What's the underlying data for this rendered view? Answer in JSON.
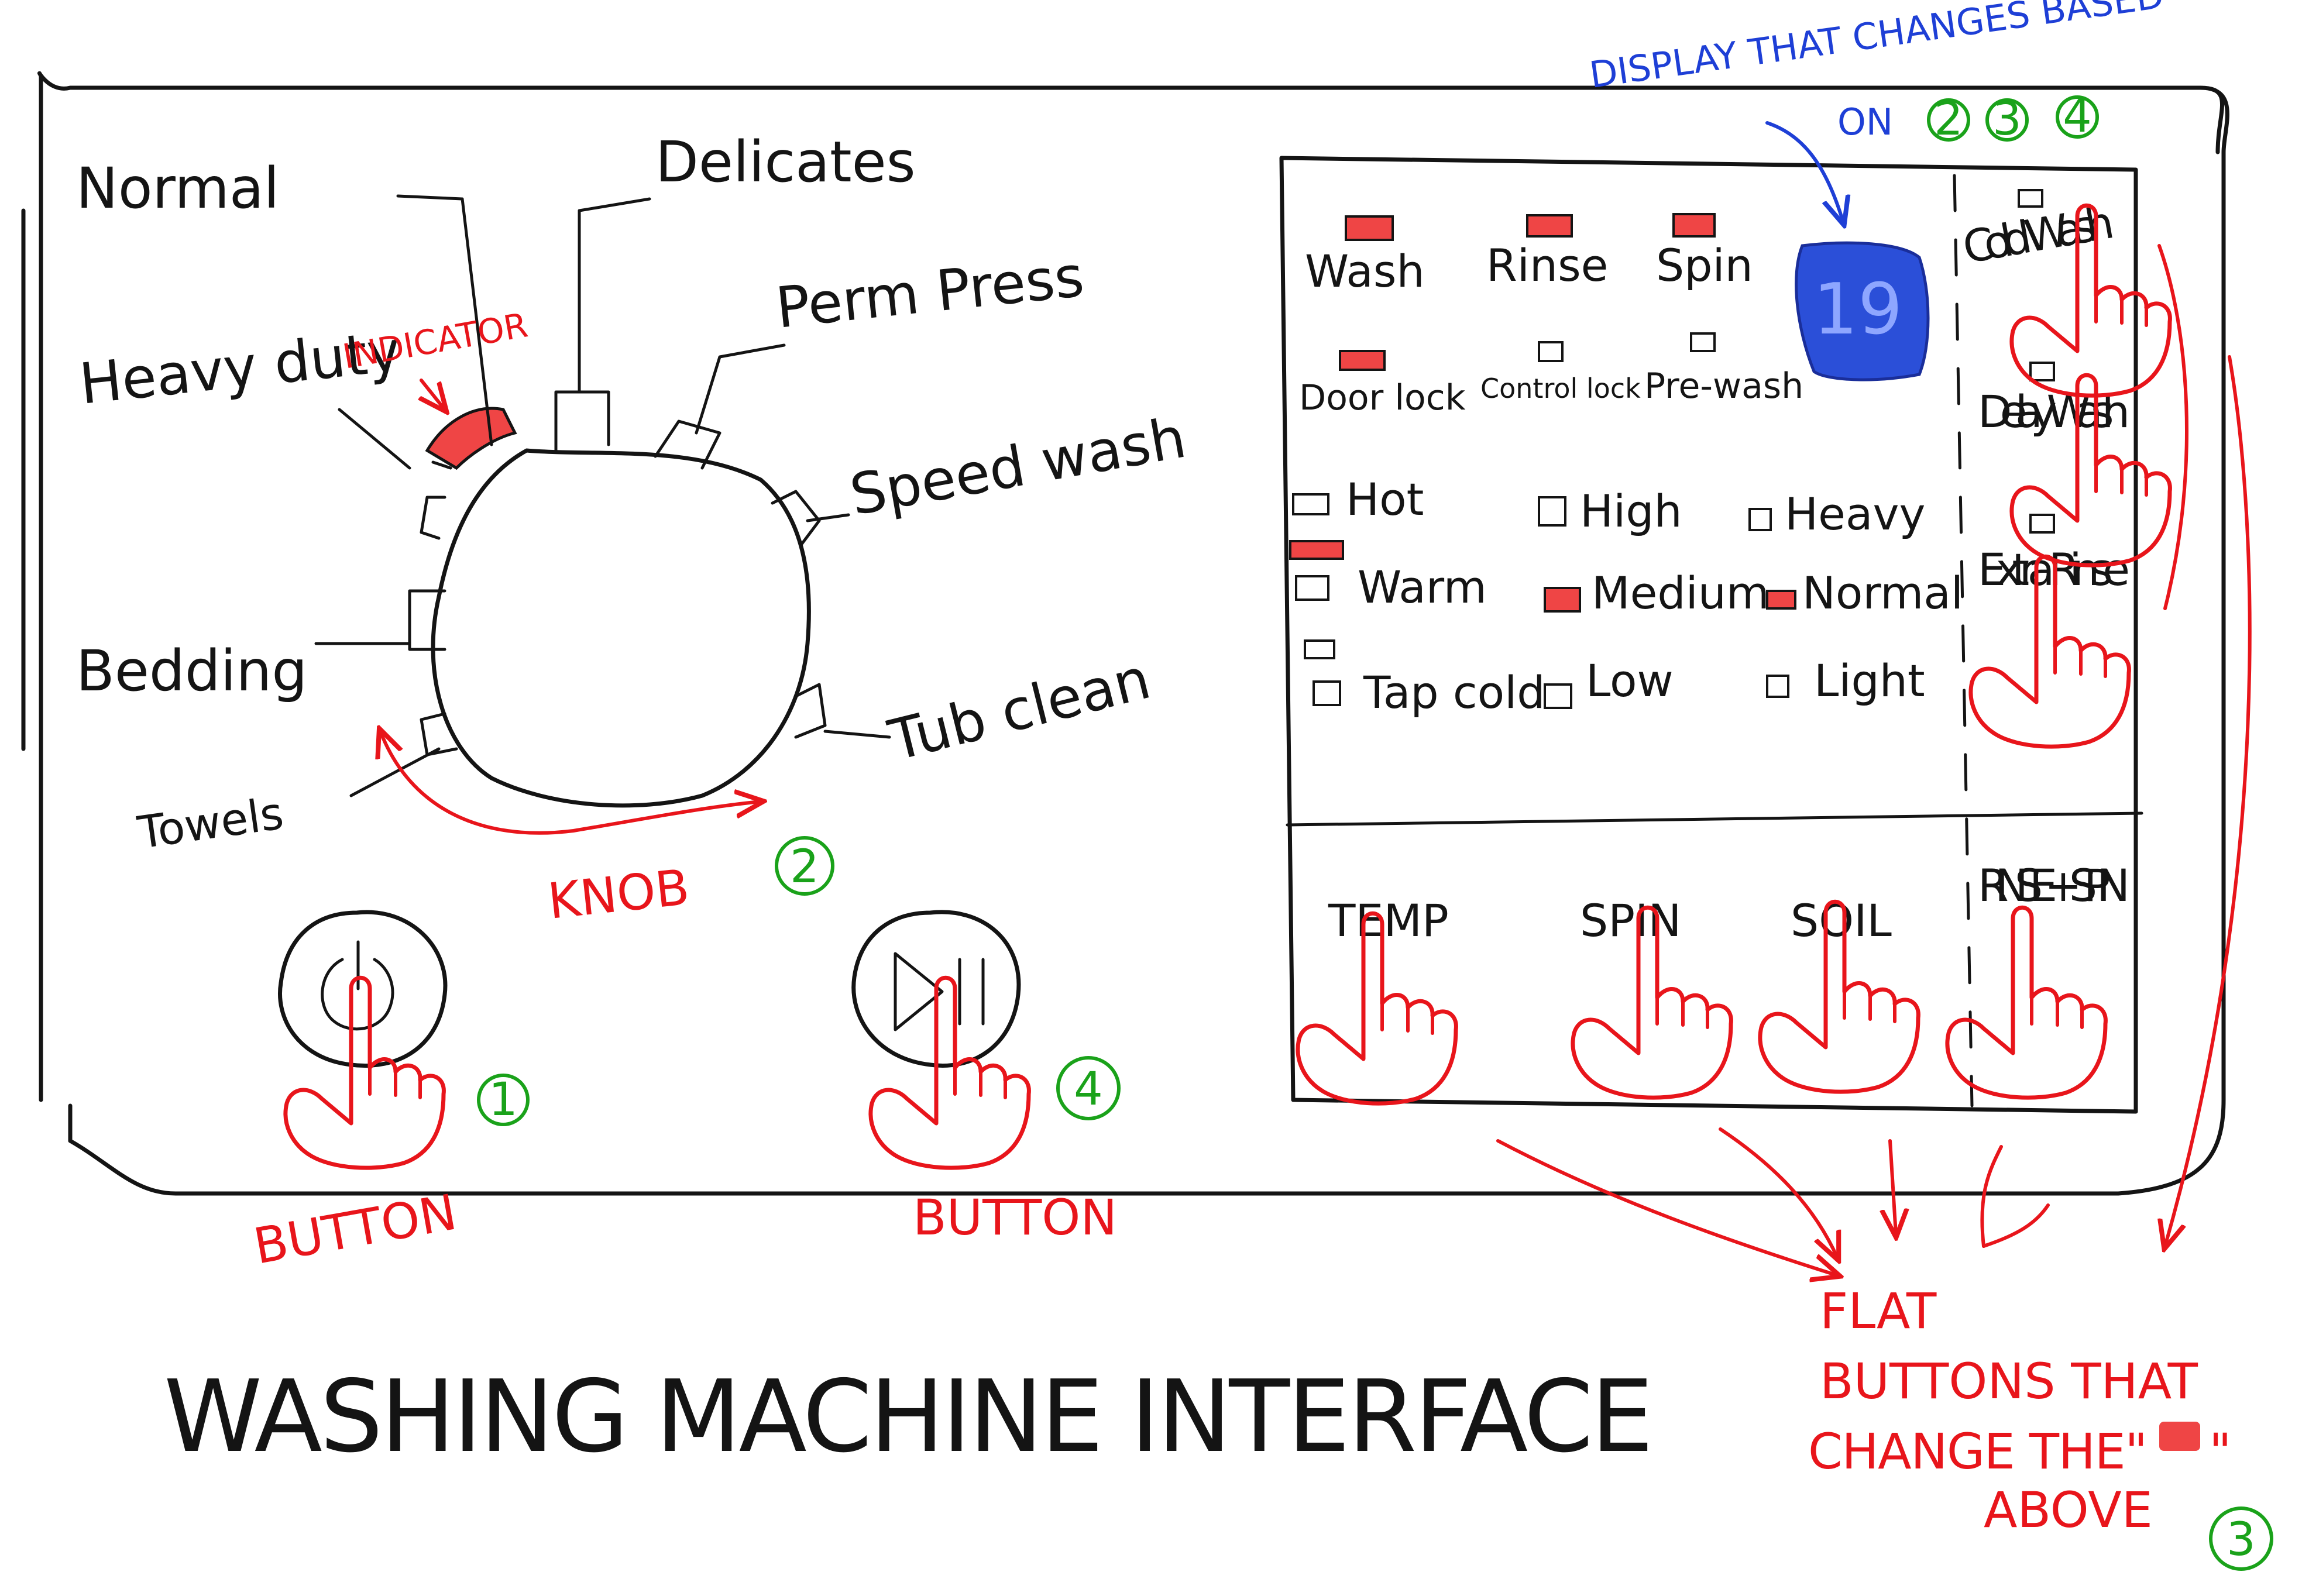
{
  "title": "WASHING MACHINE INTERFACE",
  "dial": {
    "cycles": [
      "Normal",
      "Delicates",
      "Perm Press",
      "Heavy duty",
      "Speed wash",
      "Bedding",
      "Tub clean",
      "Towels"
    ],
    "indicator_label": "INDICATOR",
    "knob_label": "KNOB",
    "knob_number": "2"
  },
  "buttons": {
    "power_label": "BUTTON",
    "power_number": "1",
    "start_pause_label": "BUTTON",
    "start_pause_number": "4"
  },
  "status_lights": [
    {
      "label": "Wash",
      "on": true
    },
    {
      "label": "Rinse",
      "on": true
    },
    {
      "label": "Spin",
      "on": true
    },
    {
      "label": "Door lock",
      "on": true
    },
    {
      "label": "Control lock",
      "on": false
    },
    {
      "label": "Pre-wash",
      "on": false
    }
  ],
  "display": {
    "value": "19",
    "annotation_line1": "DISPLAY THAT CHANGES BASED",
    "annotation_line2": "ON",
    "annotation_numbers": [
      "2",
      "3",
      "4"
    ]
  },
  "option_columns": {
    "temp": [
      {
        "label": "Hot",
        "on": false
      },
      {
        "label": "Warm",
        "on": true
      },
      {
        "label": "Tap cold",
        "on": false
      }
    ],
    "spin": [
      {
        "label": "High",
        "on": false
      },
      {
        "label": "Medium",
        "on": true
      },
      {
        "label": "Low",
        "on": false
      }
    ],
    "soil": [
      {
        "label": "Heavy",
        "on": false
      },
      {
        "label": "Normal",
        "on": true
      },
      {
        "label": "Light",
        "on": false
      }
    ]
  },
  "side_options": [
    {
      "label": "Cold Wash",
      "on": false
    },
    {
      "label": "Delay Wash",
      "on": false
    },
    {
      "label": "Extra Rinse",
      "on": false
    }
  ],
  "flat_buttons": [
    "TEMP",
    "SPIN",
    "SOIL",
    "RINSE + SPIN"
  ],
  "flat_buttons_note": {
    "line1": "FLAT",
    "line2": "BUTTONS THAT",
    "line3": "CHANGE THE\"",
    "line3_end": "\"",
    "line4": "ABOVE",
    "number": "3"
  },
  "colors": {
    "ink": "#141414",
    "annotation_red": "#e8151b",
    "indicator_red": "#ef4545",
    "display_blue": "#2b4fd8",
    "annotation_blue": "#1e3fd6",
    "step_green": "#1aa21a"
  },
  "icons": [
    "power-icon",
    "play-pause-icon",
    "pointing-hand-icon"
  ]
}
